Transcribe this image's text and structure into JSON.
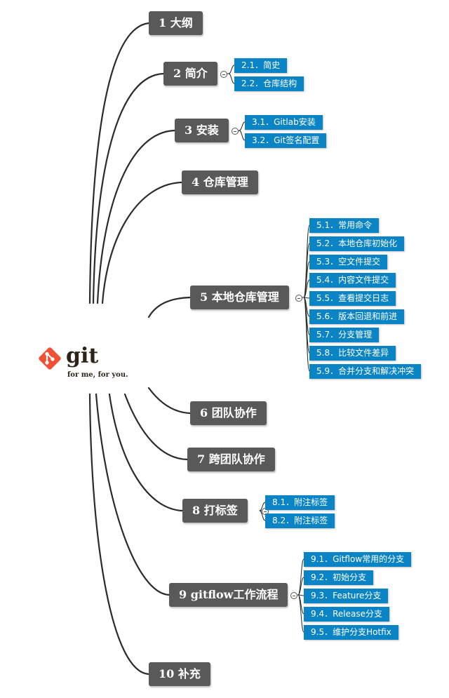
{
  "root": {
    "logo_text": "git",
    "tagline": "for me, for you.",
    "brand_color": "#f05033"
  },
  "colors": {
    "topic_bg": "#595959",
    "subtopic_bg": "#0a84c4",
    "edge": "#2b2b2b"
  },
  "topics": [
    {
      "label": "1 大纲",
      "children": []
    },
    {
      "label": "2 简介",
      "children": [
        "2.1．简史",
        "2.2．仓库结构"
      ]
    },
    {
      "label": "3 安装",
      "children": [
        "3.1．Gitlab安装",
        "3.2．Git签名配置"
      ]
    },
    {
      "label": "4 仓库管理",
      "children": []
    },
    {
      "label": "5 本地仓库管理",
      "children": [
        "5.1．常用命令",
        "5.2．本地仓库初始化",
        "5.3．空文件提交",
        "5.4．内容文件提交",
        "5.5．查看提交日志",
        "5.6．版本回退和前进",
        "5.7．分支管理",
        "5.8．比较文件差异",
        "5.9．合并分支和解决冲突"
      ]
    },
    {
      "label": "6 团队协作",
      "children": []
    },
    {
      "label": "7 跨团队协作",
      "children": []
    },
    {
      "label": "8 打标签",
      "children": [
        "8.1．附注标签",
        "8.2．附注标签"
      ]
    },
    {
      "label": "9 gitflow工作流程",
      "children": [
        "9.1．Gitflow常用的分支",
        "9.2．初始分支",
        "9.3．Feature分支",
        "9.4．Release分支",
        "9.5．维护分支Hotfix"
      ]
    },
    {
      "label": "10 补充",
      "children": []
    }
  ]
}
